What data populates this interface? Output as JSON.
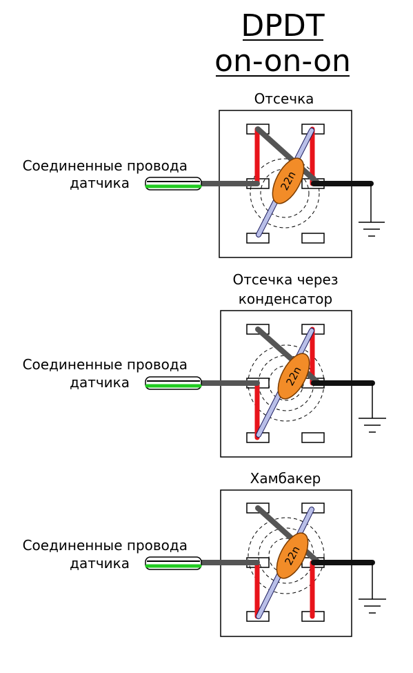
{
  "title": {
    "line1": "DPDT",
    "line2": "on-on-on"
  },
  "panels": [
    {
      "heading_lines": [
        "Отсечка"
      ],
      "wire_label_lines": [
        "Соединенные провода",
        "датчика"
      ],
      "cap_value": "22n"
    },
    {
      "heading_lines": [
        "Отсечка через",
        "конденсатор"
      ],
      "wire_label_lines": [
        "Соединенные провода",
        "датчика"
      ],
      "cap_value": "22n"
    },
    {
      "heading_lines": [
        "Хамбакер"
      ],
      "wire_label_lines": [
        "Соединенные провода",
        "датчика"
      ],
      "cap_value": "22n"
    }
  ],
  "colors": {
    "switch_outline": "#000000",
    "jumper_red": "#e8141b",
    "capacitor_fill": "#f28c28",
    "capacitor_lead": "#b9bfe8",
    "wire_gray": "#555555",
    "wire_black": "#111111",
    "wire_green": "#22cc22"
  },
  "icons": [
    "ground-icon",
    "capacitor-icon",
    "shielded-wire-icon"
  ]
}
